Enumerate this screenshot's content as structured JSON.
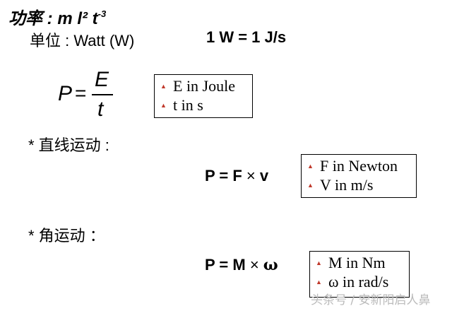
{
  "title": {
    "prefix": "功率 : m l² t",
    "exponent": "-3"
  },
  "unit": {
    "text": "单位 : Watt (W)",
    "equation": "1 W = 1 J/s"
  },
  "fraction": {
    "lhs": "P",
    "eq": "=",
    "numerator": "E",
    "denominator": "t"
  },
  "box1": {
    "items": [
      "E in Joule",
      "t in s"
    ]
  },
  "linear": {
    "heading": "* 直线运动 :",
    "formula": {
      "lhs": "P = F",
      "op": "×",
      "rhs": "v"
    },
    "items": [
      "F in Newton",
      "V in m/s"
    ]
  },
  "angular": {
    "heading": "* 角运动 ：",
    "formula": {
      "lhs": "P = M",
      "op": "×",
      "rhs": "ω"
    },
    "items": [
      "M in Nm",
      "ω in rad/s"
    ]
  },
  "watermark": "头条号 / 安新阳启人鼻",
  "colors": {
    "bullet": "#c0392b",
    "text": "#000000"
  },
  "icons": {
    "bullet": "bullet-marker-icon"
  }
}
